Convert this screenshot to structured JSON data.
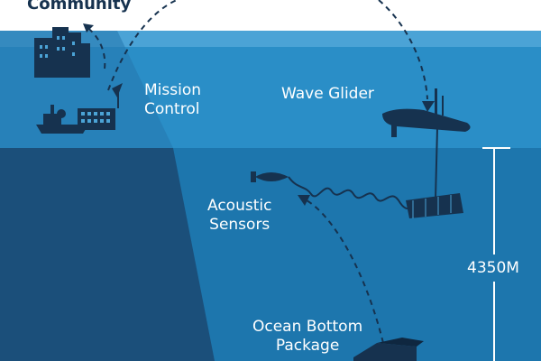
{
  "labels": {
    "community": "Community",
    "mission_control_line1": "Mission",
    "mission_control_line2": "Control",
    "wave_glider": "Wave Glider",
    "acoustic_sensors_line1": "Acoustic",
    "acoustic_sensors_line2": "Sensors",
    "depth": "4350M",
    "ocean_bottom_line1": "Ocean Bottom",
    "ocean_bottom_line2": "Package"
  },
  "icons": {
    "community": "city-buildings-icon",
    "mission_control": "ship-building-icon",
    "wave_glider": "wave-glider-icon",
    "acoustic_sensor": "towed-sensor-icon",
    "ocean_bottom_package": "seafloor-package-icon"
  },
  "colors": {
    "sky": "#ffffff",
    "surface_water": "#2a8ec7",
    "shallow_band": "#4ba3d6",
    "deep_water": "#1d76ad",
    "seafloor_slope": "#1b4f7a",
    "icon_dark": "#16324f",
    "label_text": "#ffffff"
  }
}
